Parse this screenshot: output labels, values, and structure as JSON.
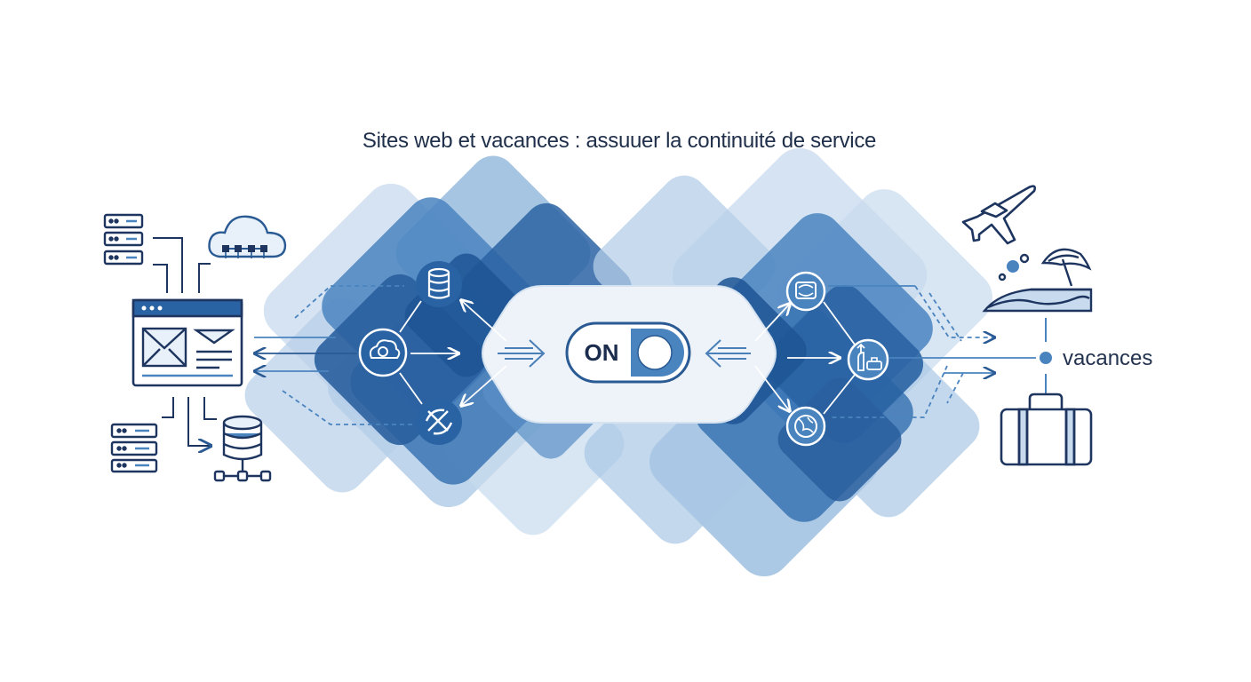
{
  "title": "Sites web et vacances : assuuer la continuité de service",
  "toggle": {
    "label": "ON",
    "state": "on"
  },
  "vacation": {
    "label": "vacances"
  },
  "colors": {
    "navy": "#1e3560",
    "blue_dark": "#2a63a3",
    "blue_mid": "#4a84bf",
    "blue_light": "#8fb6db",
    "blue_pale": "#c7daee",
    "bubble": "#eef3fa"
  },
  "icons": {
    "left_group": [
      "server-rack-icon",
      "cloud-network-icon",
      "browser-window-icon",
      "mail-icon",
      "server-icon",
      "database-network-icon"
    ],
    "left_cluster": [
      "database-icon",
      "cloud-sync-icon",
      "sync-arrows-icon"
    ],
    "right_cluster": [
      "monitor-icon",
      "beach-icon",
      "globe-icon"
    ],
    "right_group": [
      "airplane-icon",
      "beach-umbrella-icon",
      "suitcase-icon"
    ]
  }
}
